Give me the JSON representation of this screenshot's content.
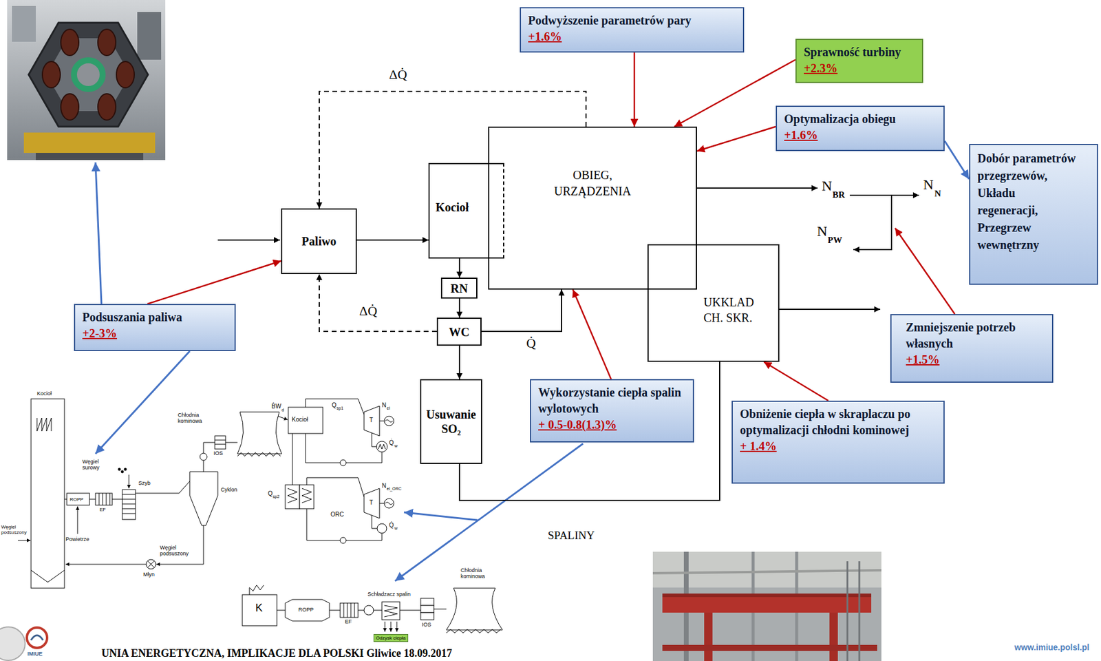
{
  "diagram": {
    "nodes": [
      {
        "text": [
          "Podwyższenie parametrów pary",
          "+1.6%"
        ]
      },
      {
        "text": [
          "Sprawność turbiny",
          "+2.3%"
        ]
      },
      {
        "text": [
          "Optymalizacja obiegu",
          "+1.6%"
        ]
      },
      {
        "text": [
          "Dobór parametrów przegrzewów, Układu regeneracji, Przegrzew wewnętrzny"
        ]
      },
      {
        "text": [
          "OBIEG, URZĄDZENIA"
        ]
      },
      {
        "text": [
          "Kocioł"
        ]
      },
      {
        "text": [
          "Paliwo"
        ]
      },
      {
        "text": [
          "RN"
        ]
      },
      {
        "text": [
          "WC"
        ]
      },
      {
        "text": [
          "UKKLAD CH. SKR."
        ]
      },
      {
        "text": [
          "Podsuszania paliwa",
          "+2-3%"
        ]
      },
      {
        "text": [
          "Zmniejszenie potrzeb własnych",
          "+1.5%"
        ]
      },
      {
        "text": [
          "Usuwanie SO₂"
        ]
      },
      {
        "text": [
          "Wykorzystanie ciepła spalin wylotowych",
          "+ 0.5-0.8(1.3)%"
        ]
      },
      {
        "text": [
          "Obniżenie ciepła w skraplaczu po optymalizacji chłodni kominowej",
          "+ 1.4%"
        ]
      }
    ],
    "edges": [
      {
        "from": 6,
        "to": 5,
        "arrow": "to"
      },
      {
        "from": 5,
        "to": 7,
        "arrow": "to"
      },
      {
        "from": 7,
        "to": 8,
        "arrow": "to"
      },
      {
        "from": 8,
        "to": 12,
        "arrow": "to"
      },
      {
        "from": 8,
        "to": 4,
        "label": "Q̇",
        "arrow": "to"
      },
      {
        "from": 8,
        "to": 6,
        "label": "ΔQ̇",
        "arrow": "to"
      },
      {
        "from": 4,
        "to": 6,
        "label": "ΔQ̇",
        "arrow": "to"
      },
      {
        "from": 12,
        "to": 9,
        "arrow": "none"
      },
      {
        "from": 0,
        "to": 4,
        "arrow": "to"
      },
      {
        "from": 1,
        "to": 4,
        "arrow": "to"
      },
      {
        "from": 2,
        "to": 4,
        "arrow": "to"
      },
      {
        "from": 2,
        "to": 3,
        "arrow": "to"
      },
      {
        "from": 10,
        "to": 6,
        "arrow": "to"
      },
      {
        "from": 13,
        "to": 4,
        "arrow": "to"
      },
      {
        "from": 14,
        "to": 9,
        "arrow": "to"
      }
    ],
    "labels": [
      "N",
      "BR",
      "N",
      "N",
      "N",
      "PW",
      "SPALINY",
      "Kocioł",
      "Chłodnia kominowa",
      "IOS",
      "Węgiel surowy",
      "Szyb",
      "Cyklon",
      "Węgiel podsuszony",
      "Młyn",
      "Powietrze",
      "ROPP",
      "EF",
      "Węgiel podsuszony",
      "ḂW",
      "d",
      "Kocioł",
      "Q",
      "sp1",
      "T",
      "N",
      "el",
      "Q̇",
      "w",
      "Q",
      "sp2",
      "ORC",
      "T",
      "N",
      "el_ORC",
      "Q̇",
      "w",
      "Chłodnia kominowa",
      "Schładzacz spalin",
      "K",
      "ROPP",
      "EF",
      "IOS",
      "Odzysk ciepła",
      "UNIA ENERGETYCZNA, IMPLIKACJE DLA POLSKI Gliwice 18.09.2017",
      "www.imiue.polsl.pl",
      "IMIUE"
    ]
  }
}
